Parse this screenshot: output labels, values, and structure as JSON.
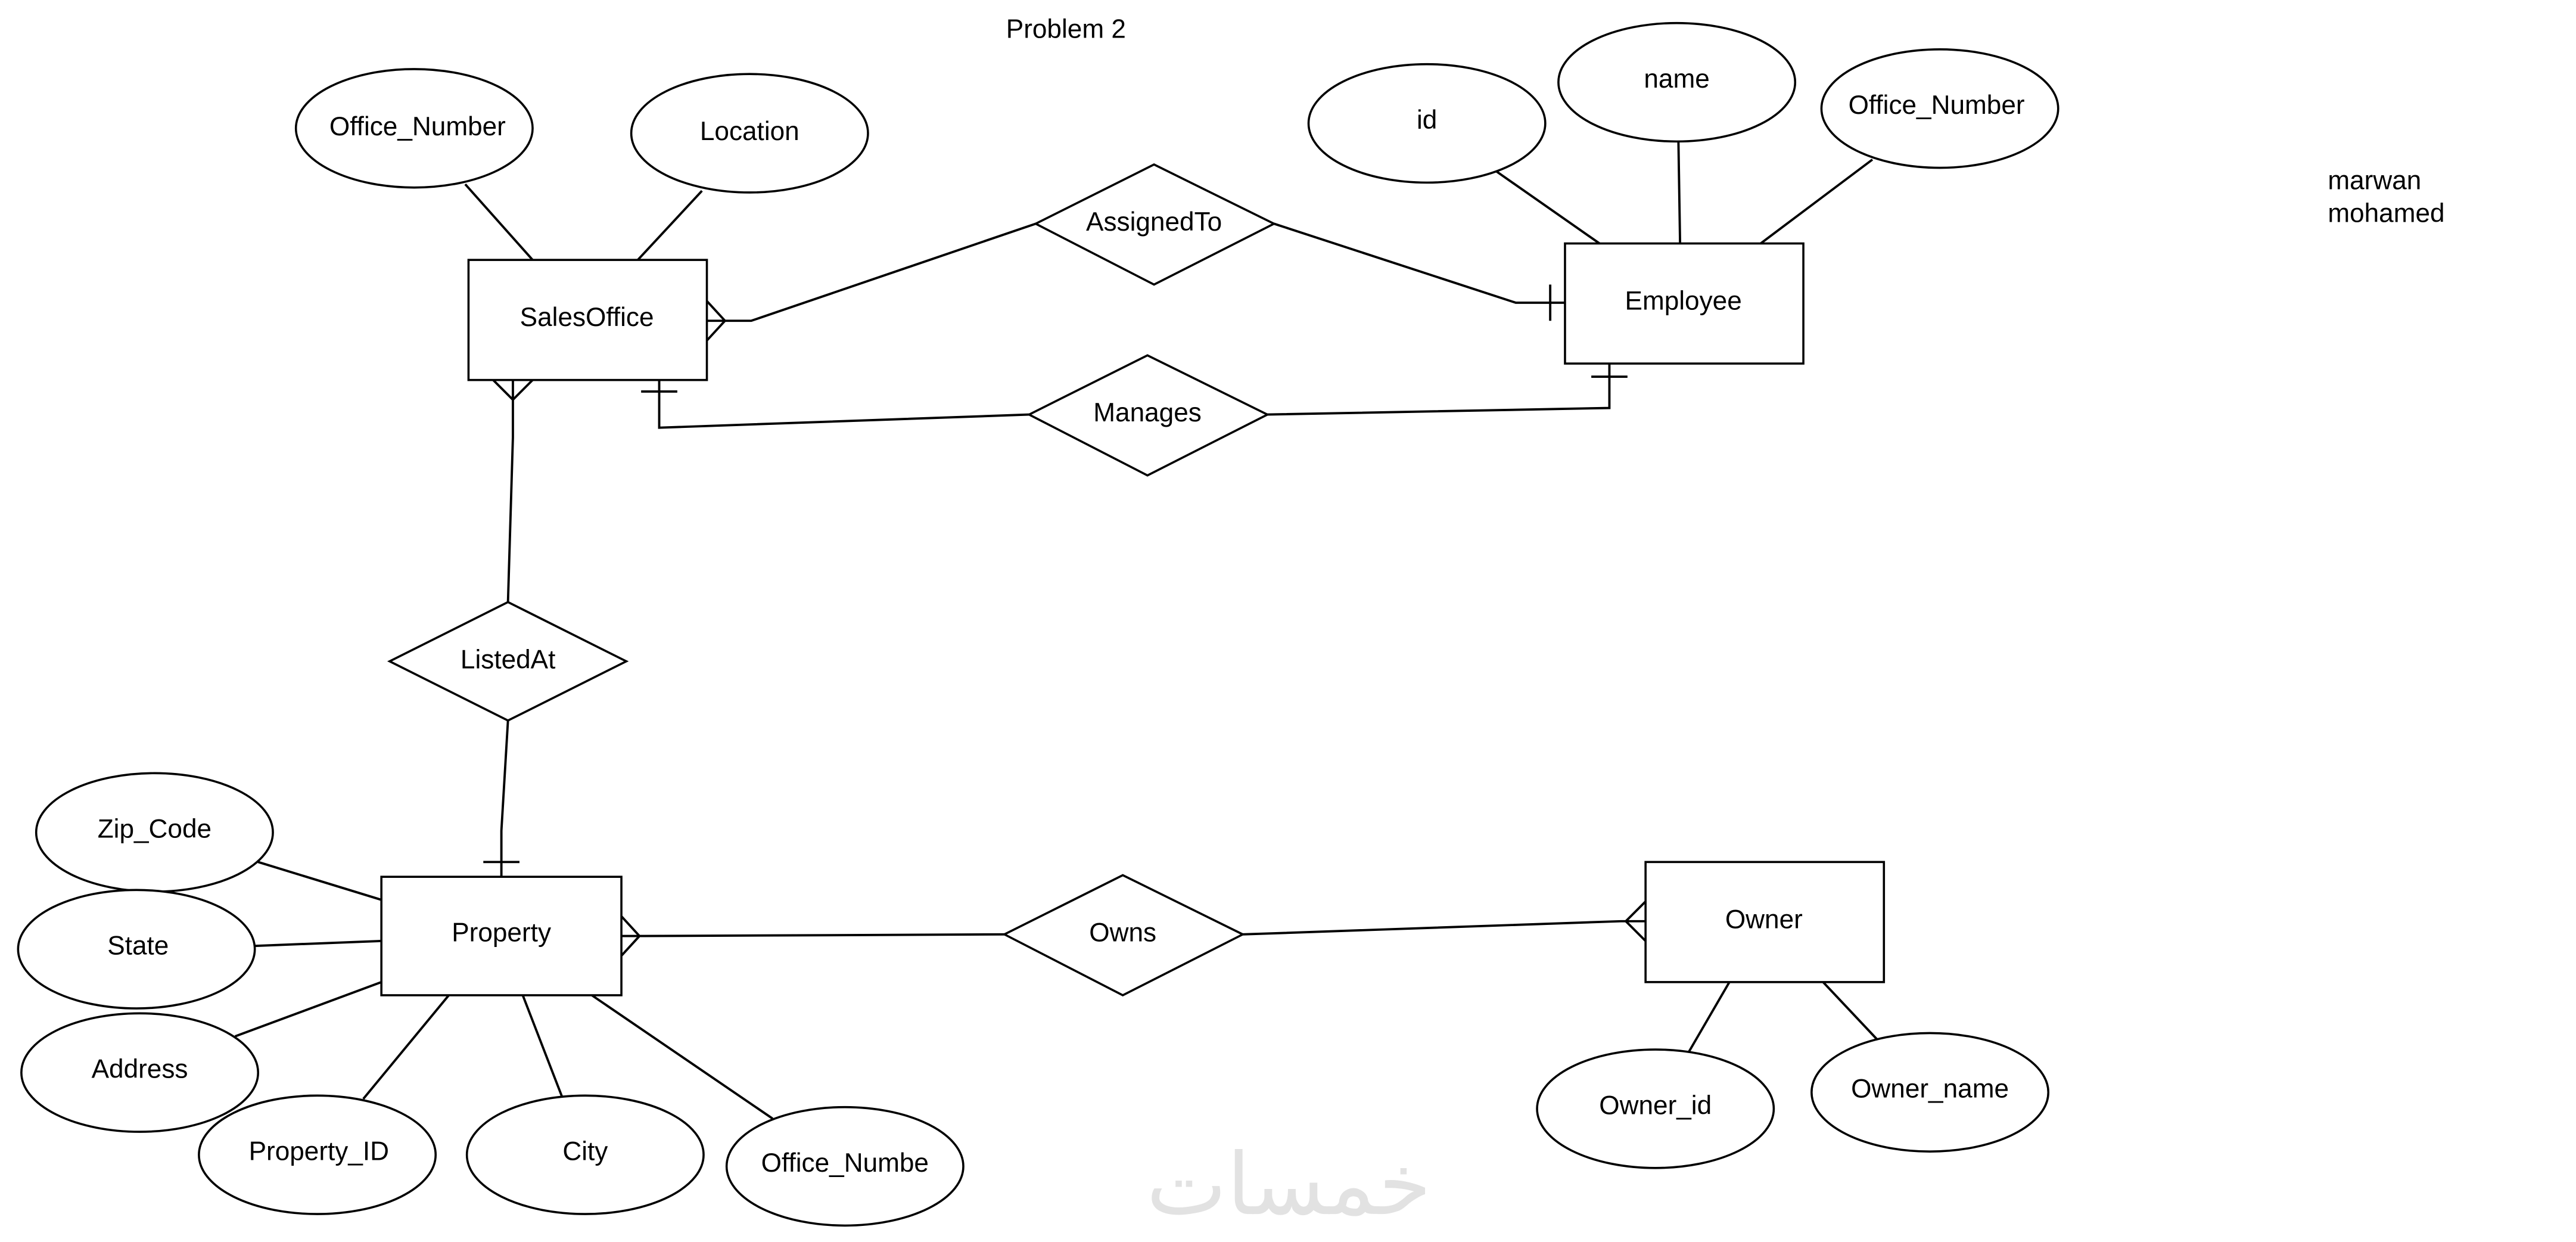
{
  "title": "Problem 2",
  "author": [
    "marwan",
    "mohamed"
  ],
  "watermark": "خمسات",
  "colors": {
    "stroke": "#000000",
    "background": "#ffffff",
    "watermark": "#e2e2e2"
  },
  "entities": [
    {
      "id": "salesoffice",
      "label": "SalesOffice"
    },
    {
      "id": "employee",
      "label": "Employee"
    },
    {
      "id": "property",
      "label": "Property"
    },
    {
      "id": "owner",
      "label": "Owner"
    }
  ],
  "relationships": [
    {
      "id": "assignedto",
      "label": "AssignedTo",
      "from": "SalesOffice",
      "from_cardinality": "many",
      "to": "Employee",
      "to_cardinality": "one"
    },
    {
      "id": "manages",
      "label": "Manages",
      "from": "SalesOffice",
      "from_cardinality": "one",
      "to": "Employee",
      "to_cardinality": "one"
    },
    {
      "id": "listedat",
      "label": "ListedAt",
      "from": "SalesOffice",
      "from_cardinality": "many",
      "to": "Property",
      "to_cardinality": "one"
    },
    {
      "id": "owns",
      "label": "Owns",
      "from": "Property",
      "from_cardinality": "many",
      "to": "Owner",
      "to_cardinality": "many"
    }
  ],
  "attributes": [
    {
      "id": "so_office_number",
      "entity": "SalesOffice",
      "label": "Office_Number"
    },
    {
      "id": "so_location",
      "entity": "SalesOffice",
      "label": "Location"
    },
    {
      "id": "emp_id",
      "entity": "Employee",
      "label": "id"
    },
    {
      "id": "emp_name",
      "entity": "Employee",
      "label": "name"
    },
    {
      "id": "emp_office_number",
      "entity": "Employee",
      "label": "Office_Number"
    },
    {
      "id": "prop_zip",
      "entity": "Property",
      "label": "Zip_Code"
    },
    {
      "id": "prop_state",
      "entity": "Property",
      "label": "State"
    },
    {
      "id": "prop_address",
      "entity": "Property",
      "label": "Address"
    },
    {
      "id": "prop_id",
      "entity": "Property",
      "label": "Property_ID"
    },
    {
      "id": "prop_city",
      "entity": "Property",
      "label": "City"
    },
    {
      "id": "prop_office_number",
      "entity": "Property",
      "label": "Office_Numbe"
    },
    {
      "id": "owner_id",
      "entity": "Owner",
      "label": "Owner_id"
    },
    {
      "id": "owner_name",
      "entity": "Owner",
      "label": "Owner_name"
    }
  ]
}
